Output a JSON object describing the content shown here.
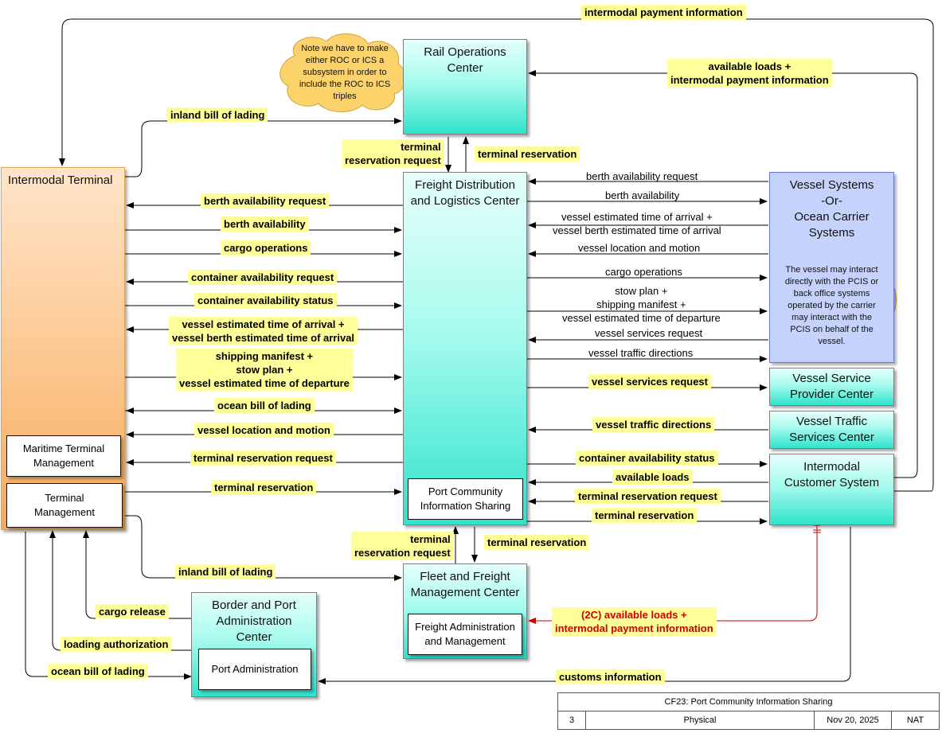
{
  "nodes": {
    "rail_ops": "Rail Operations\nCenter",
    "intermodal_terminal": "Intermodal Terminal",
    "maritime_terminal_mgmt": "Maritime Terminal\nManagement",
    "terminal_mgmt": "Terminal\nManagement",
    "fdlc": "Freight Distribution\nand Logistics Center",
    "pcis": "Port Community\nInformation Sharing",
    "vessel_systems": "Vessel Systems\n-Or-\nOcean Carrier\nSystems",
    "vessel_service_provider": "Vessel Service\nProvider Center",
    "vessel_traffic_services": "Vessel Traffic\nServices Center",
    "intermodal_customer": "Intermodal\nCustomer System",
    "fleet_freight": "Fleet and Freight\nManagement Center",
    "freight_admin": "Freight Administration\nand Management",
    "border_port": "Border and Port\nAdministration\nCenter",
    "port_admin": "Port Administration"
  },
  "notes": {
    "rail_note": "Note we have to make\neither ROC or ICS a\nsubsystem in order to\ninclude the ROC to ICS\ntriples",
    "vessel_note": "The vessel may interact\ndirectly with the PCIS or\nback office systems\noperated by the carrier\nmay interact with the\nPCIS on behalf of the\nvessel."
  },
  "flows": {
    "intermodal_payment_top": "intermodal payment information",
    "available_loads_payment": "available loads +\nintermodal payment information",
    "inland_bol_top": "inland bill of lading",
    "terminal_res_request_top": "terminal\nreservation request",
    "terminal_res_top": "terminal reservation",
    "it_berth_avail_request": "berth availability request",
    "it_berth_avail": "berth availability",
    "it_cargo_ops": "cargo operations",
    "it_container_avail_request": "container availability request",
    "it_container_avail_status": "container availability status",
    "it_vessel_eta": "vessel estimated time of arrival +\nvessel berth estimated time of arrival",
    "it_shipping_manifest": "shipping manifest +\nstow plan +\nvessel estimated time of departure",
    "it_ocean_bol": "ocean bill of lading",
    "it_vessel_location": "vessel location and motion",
    "it_terminal_res_request": "terminal reservation request",
    "it_terminal_res": "terminal reservation",
    "vs_berth_avail_request": "berth availability request",
    "vs_berth_avail": "berth availability",
    "vs_vessel_eta": "vessel estimated time of arrival +\nvessel berth estimated time of arrival",
    "vs_vessel_location": "vessel location and motion",
    "vs_cargo_ops": "cargo operations",
    "vs_stow_plan": "stow plan +\nshipping manifest +\nvessel estimated time of departure",
    "vs_services_request": "vessel services request",
    "vs_traffic_directions": "vessel traffic directions",
    "vsp_services_request": "vessel services request",
    "vts_traffic_directions": "vessel traffic directions",
    "ics_container_status": "container availability status",
    "ics_available_loads": "available loads",
    "ics_terminal_res_request": "terminal reservation request",
    "ics_terminal_res": "terminal reservation",
    "ff_terminal_res_request": "terminal\nreservation request",
    "ff_terminal_res": "terminal reservation",
    "inland_bol_bottom": "inland bill of lading",
    "cargo_release": "cargo release",
    "loading_authorization": "loading authorization",
    "ocean_bol_bottom": "ocean bill of lading",
    "customs_information": "customs information",
    "red_2c": "(2C) available loads +\nintermodal payment information"
  },
  "colors": {
    "flow_highlight": "#ffff99",
    "red_flow": "#cc0000",
    "teal_box": "#2fe3cc",
    "orange_box": "#f5a955",
    "blue_box": "#c5d2fc",
    "cloud": "#fcd36b"
  },
  "title_block": {
    "title": "CF23: Port Community Information Sharing",
    "number": "3",
    "view": "Physical",
    "date": "Nov 20, 2025",
    "scope": "NAT"
  }
}
